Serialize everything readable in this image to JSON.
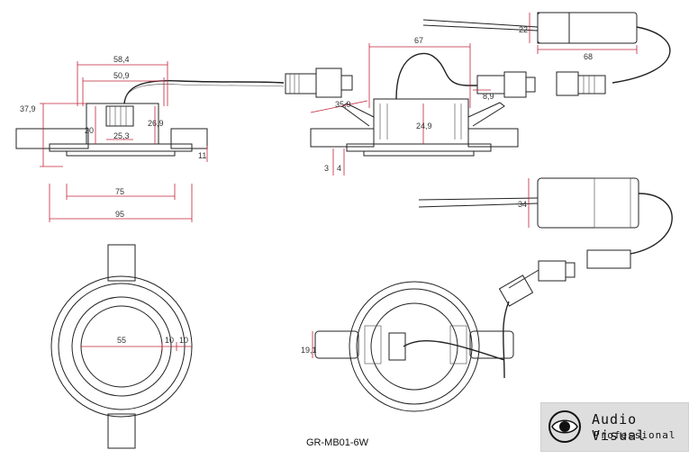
{
  "dimensions": {
    "d58_4": "58,4",
    "d50_9": "50,9",
    "d37_9": "37,9",
    "d20": "20",
    "d25_3": "25,3",
    "d26_9": "26,9",
    "d11": "11",
    "d75": "75",
    "d95": "95",
    "d67": "67",
    "d35_9": "35,9",
    "d24_9": "24,9",
    "d8_9": "8,9",
    "d3": "3",
    "d4": "4",
    "d22": "22",
    "d68": "68",
    "d34": "34",
    "d55": "55",
    "d10a": "10",
    "d10b": "10",
    "d19_1": "19,1"
  },
  "model_label": "GR-MB01-6W",
  "logo": {
    "line1": "Audio Visual",
    "line2": "Professional"
  },
  "colors": {
    "dimension_line": "#c0243a",
    "drawing": "#222222",
    "logo_bg": "#dedede"
  }
}
